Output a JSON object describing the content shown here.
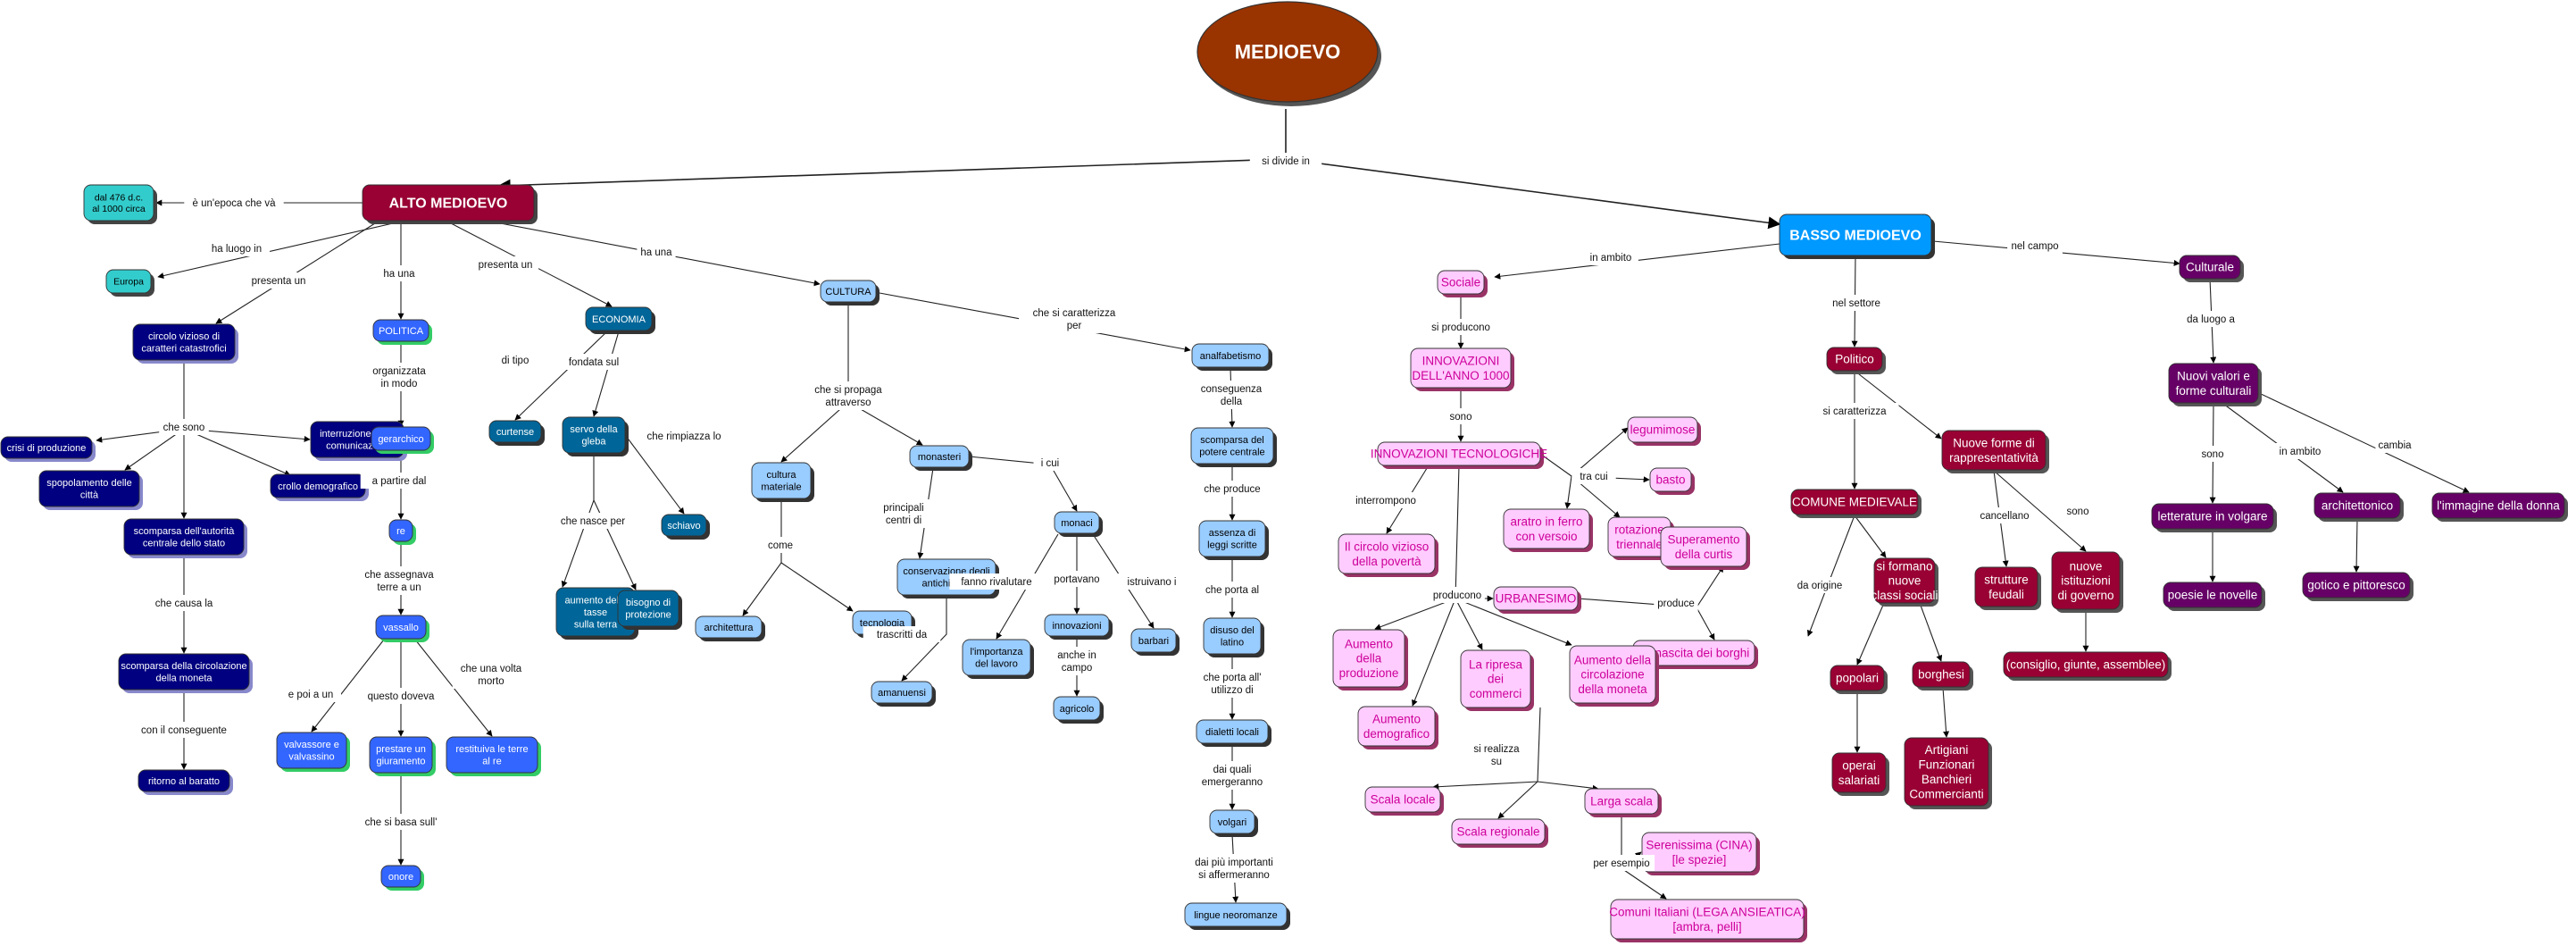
{
  "colors": {
    "root": "#993300",
    "alto": "#990033",
    "alto_teal": "#33cccc",
    "alto_navy": "#000080",
    "alto_blue": "#3366ff",
    "alto_econ": "#006699",
    "alto_cult": "#99ccff",
    "basso": "#0099ff",
    "basso_pink": "#ffccff",
    "basso_pink_text": "#cc0099",
    "basso_wine": "#990033",
    "basso_purple": "#660066"
  },
  "nodes": {
    "root": "MEDIOEVO",
    "alto": "ALTO MEDIOEVO",
    "epoca": [
      "dal 476 d.c.",
      "al 1000 circa"
    ],
    "europa": "Europa",
    "circolo": [
      "circolo vizioso di",
      "caratteri catastrofici"
    ],
    "crisi_prod": "crisi di produzione",
    "spopolamento": [
      "spopolamento delle",
      "città"
    ],
    "interruzione": [
      "interruzione delle",
      "comunicazioni"
    ],
    "crollo": "crollo demografico",
    "scomparsa_aut": [
      "scomparsa dell'autorità",
      "centrale dello stato"
    ],
    "scomparsa_mon": [
      "scomparsa della circolazione",
      "della moneta"
    ],
    "baratto": "ritorno al baratto",
    "politica": "POLITICA",
    "gerarchico": "gerarchico",
    "re": "re",
    "vassallo": "vassallo",
    "valvassore": [
      "valvassore e",
      "valvassino"
    ],
    "giuramento": [
      "prestare un",
      "giuramento"
    ],
    "restituiva": [
      "restituiva le terre",
      "al re"
    ],
    "onore": "onore",
    "economia": "ECONOMIA",
    "curtense": "curtense",
    "servo": [
      "servo della",
      "gleba"
    ],
    "schiavo": "schiavo",
    "tasse": [
      "aumento delle",
      "tasse",
      "sulla terra"
    ],
    "protezione": [
      "bisogno di",
      "protezione"
    ],
    "cultura": "CULTURA",
    "cultura_mat": [
      "cultura",
      "materiale"
    ],
    "architettura": "architettura",
    "tecnologia": "tecnologia",
    "monasteri": "monasteri",
    "conservazione": [
      "conservazione degli",
      "antichi testi"
    ],
    "amanuensi": "amanuensi",
    "monaci": "monaci",
    "lavoro": [
      "l'importanza",
      "del lavoro"
    ],
    "innovazioni": "innovazioni",
    "agricolo": "agricolo",
    "barbari": "barbari",
    "analfabetismo": "analfabetismo",
    "scomparsa_pot": [
      "scomparsa del",
      "potere centrale"
    ],
    "leggi": [
      "assenza di",
      "leggi scritte"
    ],
    "latino": [
      "disuso del",
      "latino"
    ],
    "dialetti": "dialetti locali",
    "volgari": "volgari",
    "neoromanze": "lingue neoromanze",
    "basso": "BASSO MEDIOEVO",
    "sociale": "Sociale",
    "innov1000": [
      "INNOVAZIONI",
      "DELL'ANNO 1000"
    ],
    "innov_tec": "INNOVAZIONI TECNOLOGICHE",
    "legumi": "legumimose",
    "basto": "basto",
    "aratro": [
      "aratro in ferro",
      "con versoio"
    ],
    "rotazione": [
      "rotazione",
      "triennale"
    ],
    "circolo_pov": [
      "Il circolo vizioso",
      "della povertà"
    ],
    "urbanesimo": "URBANESIMO",
    "superamento": [
      "Superamento",
      "della curtis"
    ],
    "borghi": "La nascita dei borghi",
    "aum_prod": [
      "Aumento",
      "della",
      "produzione"
    ],
    "aum_demo": [
      "Aumento",
      "demografico"
    ],
    "ripresa": [
      "La ripresa",
      "dei",
      "commerci"
    ],
    "aum_mon": [
      "Aumento della",
      "circolazione",
      "della moneta"
    ],
    "scala_loc": "Scala locale",
    "scala_reg": "Scala regionale",
    "larga": "Larga scala",
    "serenissima": [
      "Serenissima (CINA)",
      "[le spezie]"
    ],
    "comuni_it": [
      "Comuni Italiani (LEGA ANSIEATICA)",
      "[ambra, pelli]"
    ],
    "politico": "Politico",
    "comune_med": "COMUNE MEDIEVALE",
    "classi": [
      "si formano",
      "nuove",
      "classi sociali"
    ],
    "popolari": "popolari",
    "operai": [
      "operai",
      "salariati"
    ],
    "borghesi": "borghesi",
    "artigiani": [
      "Artigiani",
      "Funzionari",
      "Banchieri",
      "Commercianti"
    ],
    "rappresentativita": [
      "Nuove forme di",
      "rappresentatività"
    ],
    "feudali": [
      "strutture",
      "feudali"
    ],
    "istituzioni": [
      "nuove",
      "istituzioni",
      "di governo"
    ],
    "consigli": "(consiglio, giunte, assemblee)",
    "culturale": "Culturale",
    "valori": [
      "Nuovi valori e",
      "forme culturali"
    ],
    "volgare": "letterature in volgare",
    "poesie": "poesie le novelle",
    "architettonico": "architettonico",
    "gotico": "gotico e pittoresco",
    "donna": "l'immagine della donna"
  },
  "links": {
    "si_divide": "si divide in",
    "epoca_va": "è un'epoca che và",
    "luogo": "ha luogo in",
    "presenta1": "presenta un",
    "ha_una1": "ha una",
    "presenta2": "presenta un",
    "ha_una2": "ha una",
    "che_sono": "che sono",
    "che_causa": "che causa la",
    "conseguente": "con il conseguente",
    "organizzata": [
      "organizzata",
      "in modo"
    ],
    "a_partire": "a partire dal",
    "assegnava": [
      "che assegnava",
      "terre a un"
    ],
    "e_poi": "e poi a un",
    "questo_doveva": "questo doveva",
    "volta_morto": [
      "che una volta",
      "morto"
    ],
    "si_basa": "che si basa sull'",
    "di_tipo": "di tipo",
    "fondata": "fondata sul",
    "rimpiazza": "che rimpiazza lo",
    "nasce": "che nasce per",
    "caratterizza": [
      "che si caratterizza",
      "per"
    ],
    "propaga": [
      "che si propaga",
      "attraverso"
    ],
    "come": "come",
    "principali": [
      "principali",
      "centri di"
    ],
    "i_cui": "i cui",
    "trascritti": "trascritti da",
    "fanno": "fanno rivalutare",
    "portavano": "portavano",
    "anche": [
      "anche in",
      "campo"
    ],
    "istruivano": "istruivano i",
    "conseguenza": [
      "conseguenza",
      "della"
    ],
    "produce": "che produce",
    "porta_al": "che porta al",
    "porta_all": [
      "che porta all'",
      "utilizzo di"
    ],
    "emergeranno": [
      "dai quali",
      "emergeranno"
    ],
    "affermeranno": [
      "dai più importanti",
      "si affermeranno"
    ],
    "ambito1": "in ambito",
    "settore": "nel settore",
    "campo": "nel campo",
    "producono1": "si producono",
    "sono1": "sono",
    "tra_cui": "tra cui",
    "interrompono": "interrompono",
    "producono2": "producono",
    "produce2": "produce",
    "realizza": [
      "si realizza",
      "su"
    ],
    "esempio": "per esempio",
    "caratterizza2": "si caratterizza",
    "da_origine": "da origine",
    "cancellano": "cancellano",
    "sono2": "sono",
    "luogo_a": "da luogo a",
    "sono3": "sono",
    "ambito2": "in ambito",
    "cambia": "cambia"
  }
}
